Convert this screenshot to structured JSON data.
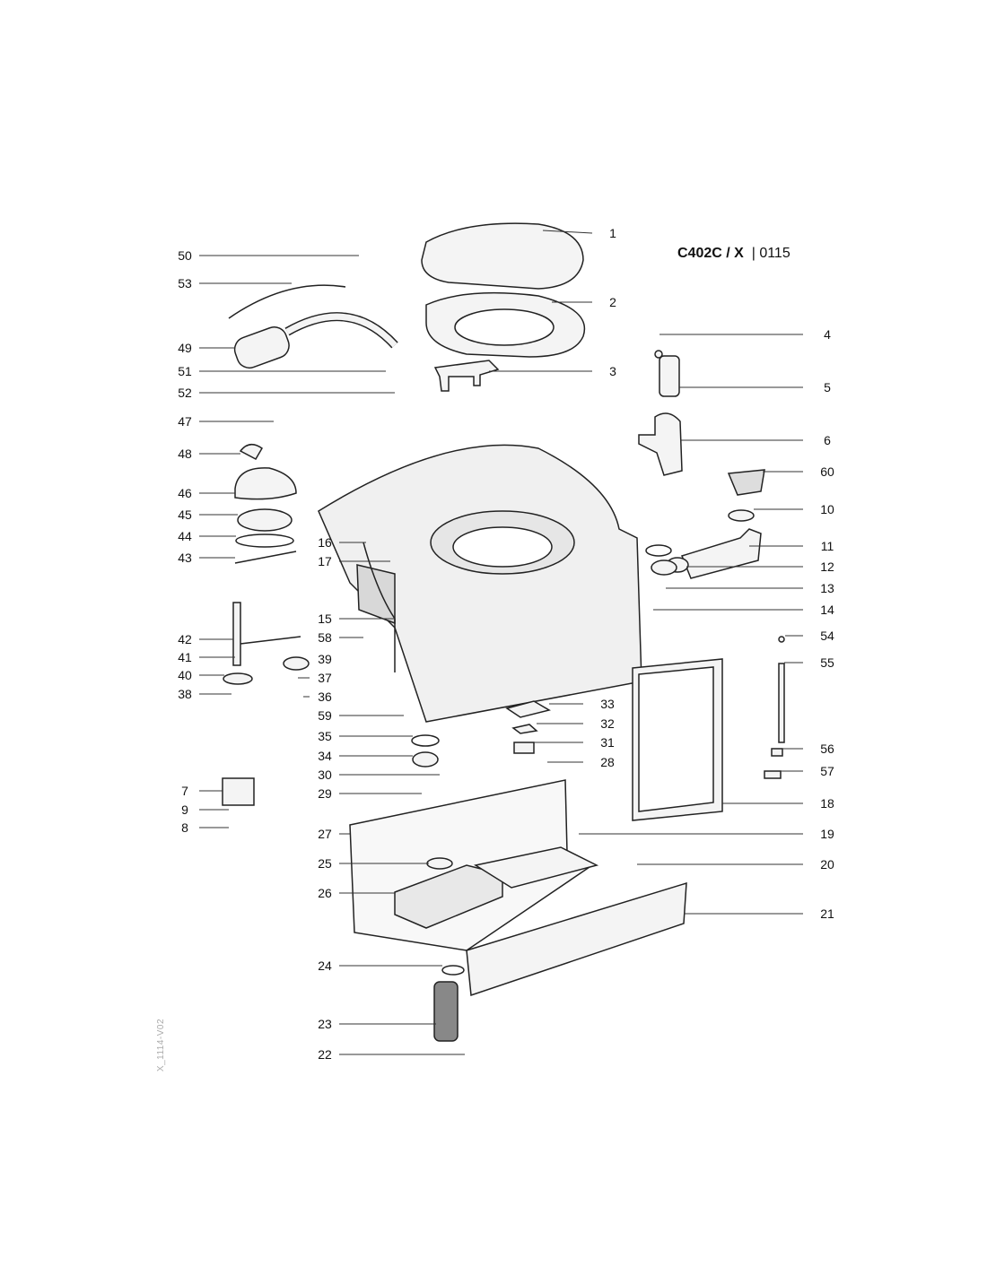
{
  "title": {
    "model": "C402C / X",
    "separator": "|",
    "code": "0115"
  },
  "drawing_id": "X_1114-V02",
  "part_labels": [
    "1",
    "2",
    "3",
    "4",
    "5",
    "6",
    "60",
    "10",
    "11",
    "12",
    "13",
    "14",
    "54",
    "55",
    "56",
    "57",
    "18",
    "19",
    "20",
    "21",
    "50",
    "53",
    "49",
    "51",
    "52",
    "47",
    "48",
    "46",
    "45",
    "44",
    "43",
    "42",
    "41",
    "40",
    "38",
    "7",
    "9",
    "8",
    "16",
    "17",
    "15",
    "58",
    "39",
    "37",
    "36",
    "59",
    "35",
    "34",
    "30",
    "29",
    "27",
    "25",
    "26",
    "24",
    "23",
    "22",
    "33",
    "32",
    "31",
    "28"
  ],
  "colors": {
    "line": "#222222",
    "fill": "#f4f4f4",
    "shade": "#d8d8d8"
  }
}
